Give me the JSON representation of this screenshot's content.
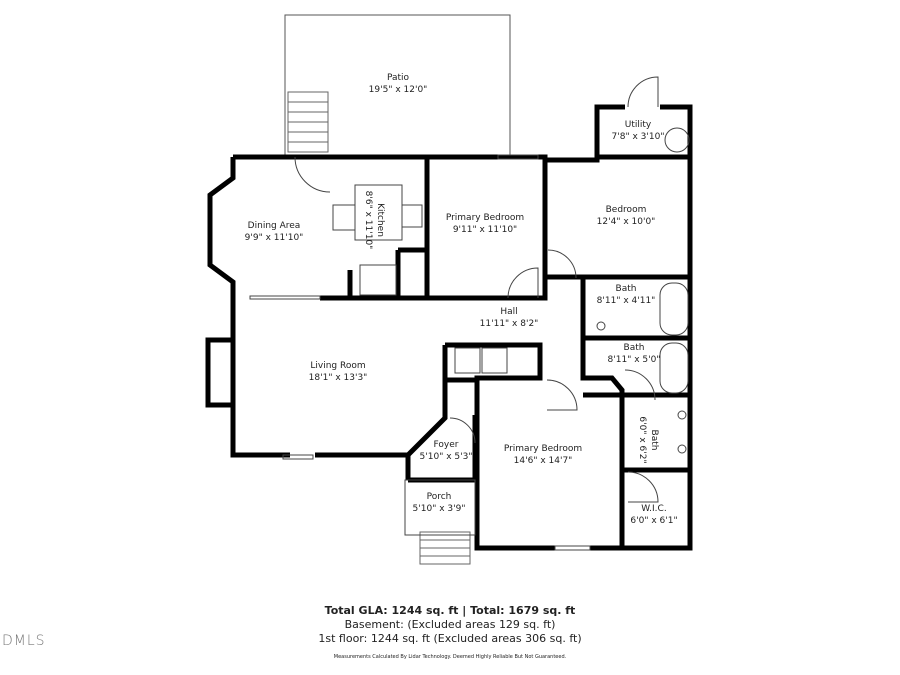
{
  "rooms": [
    {
      "name": "Patio",
      "size": "19'5\" x 12'0\""
    },
    {
      "name": "Utility",
      "size": "7'8\" x 3'10\""
    },
    {
      "name": "Dining Area",
      "size": "9'9\" x 11'10\""
    },
    {
      "name": "Kitchen",
      "size": "8'6\" x 11'10\""
    },
    {
      "name": "Primary Bedroom",
      "size": "9'11\" x 11'10\""
    },
    {
      "name": "Bedroom",
      "size": "12'4\" x 10'0\""
    },
    {
      "name": "Bath",
      "size": "8'11\" x 4'11\""
    },
    {
      "name": "Hall",
      "size": "11'11\" x 8'2\""
    },
    {
      "name": "Bath",
      "size": "8'11\" x 5'0\""
    },
    {
      "name": "Living Room",
      "size": "18'1\" x 13'3\""
    },
    {
      "name": "Primary Bedroom",
      "size": "14'6\" x 14'7\""
    },
    {
      "name": "Bath",
      "size": "6'0\" x 6'2\""
    },
    {
      "name": "Foyer",
      "size": "5'10\" x 5'3\""
    },
    {
      "name": "Porch",
      "size": "5'10\" x 3'9\""
    },
    {
      "name": "W.I.C.",
      "size": "6'0\" x 6'1\""
    }
  ],
  "footer": {
    "totals": "Total GLA: 1244 sq. ft | Total: 1679 sq. ft",
    "basement": "Basement: (Excluded areas 129 sq. ft)",
    "first_floor": "1st floor: 1244 sq. ft (Excluded areas 306 sq. ft)",
    "disclaimer": "Measurements Calculated By Lidar Technology. Deemed Highly Reliable But Not Guaranteed."
  },
  "logo": "DMLS"
}
